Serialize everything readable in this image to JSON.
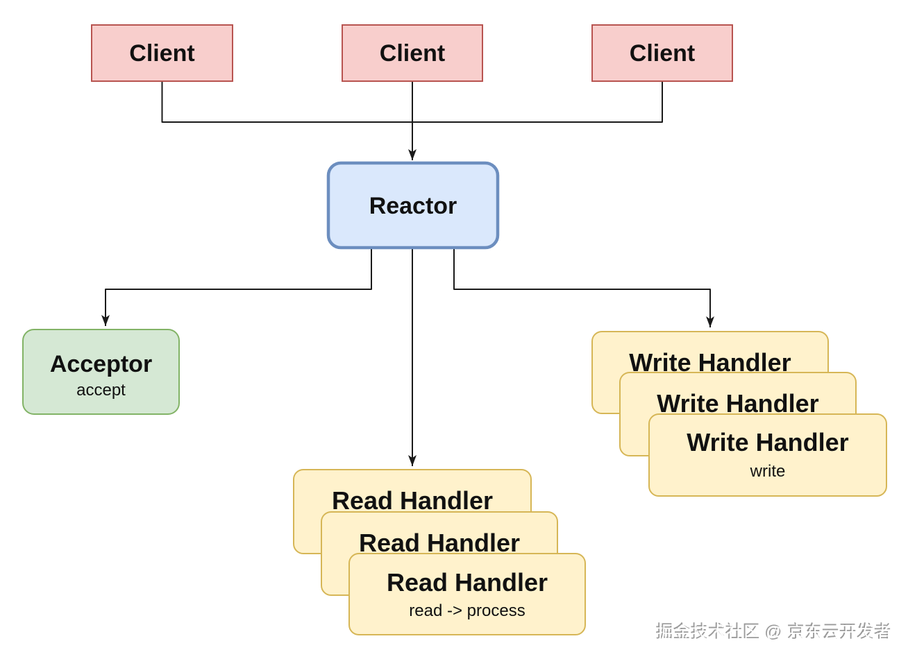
{
  "diagram": {
    "clients": [
      {
        "label": "Client"
      },
      {
        "label": "Client"
      },
      {
        "label": "Client"
      }
    ],
    "reactor": {
      "label": "Reactor"
    },
    "acceptor": {
      "label": "Acceptor",
      "sublabel": "accept"
    },
    "read_handlers": {
      "items": [
        {
          "label": "Read Handler"
        },
        {
          "label": "Read Handler"
        },
        {
          "label": "Read Handler"
        }
      ],
      "sublabel": "read -> process"
    },
    "write_handlers": {
      "items": [
        {
          "label": "Write Handler"
        },
        {
          "label": "Write Handler"
        },
        {
          "label": "Write Handler"
        }
      ],
      "sublabel": "write"
    }
  },
  "watermark": {
    "text": "掘金技术社区 @ 京东云开发者"
  },
  "colors": {
    "background": "#ffffff",
    "client_fill": "#f8cecc",
    "client_stroke": "#b85450",
    "reactor_fill": "#dae8fc",
    "reactor_stroke": "#6c8ebf",
    "acceptor_fill": "#d5e8d4",
    "acceptor_stroke": "#82b366",
    "handler_fill": "#fff2cc",
    "handler_stroke": "#d6b656",
    "connector": "#1a1a1a",
    "text": "#111111",
    "watermark_fill": "#ffffff",
    "watermark_shadow": "#9a9a9a"
  }
}
